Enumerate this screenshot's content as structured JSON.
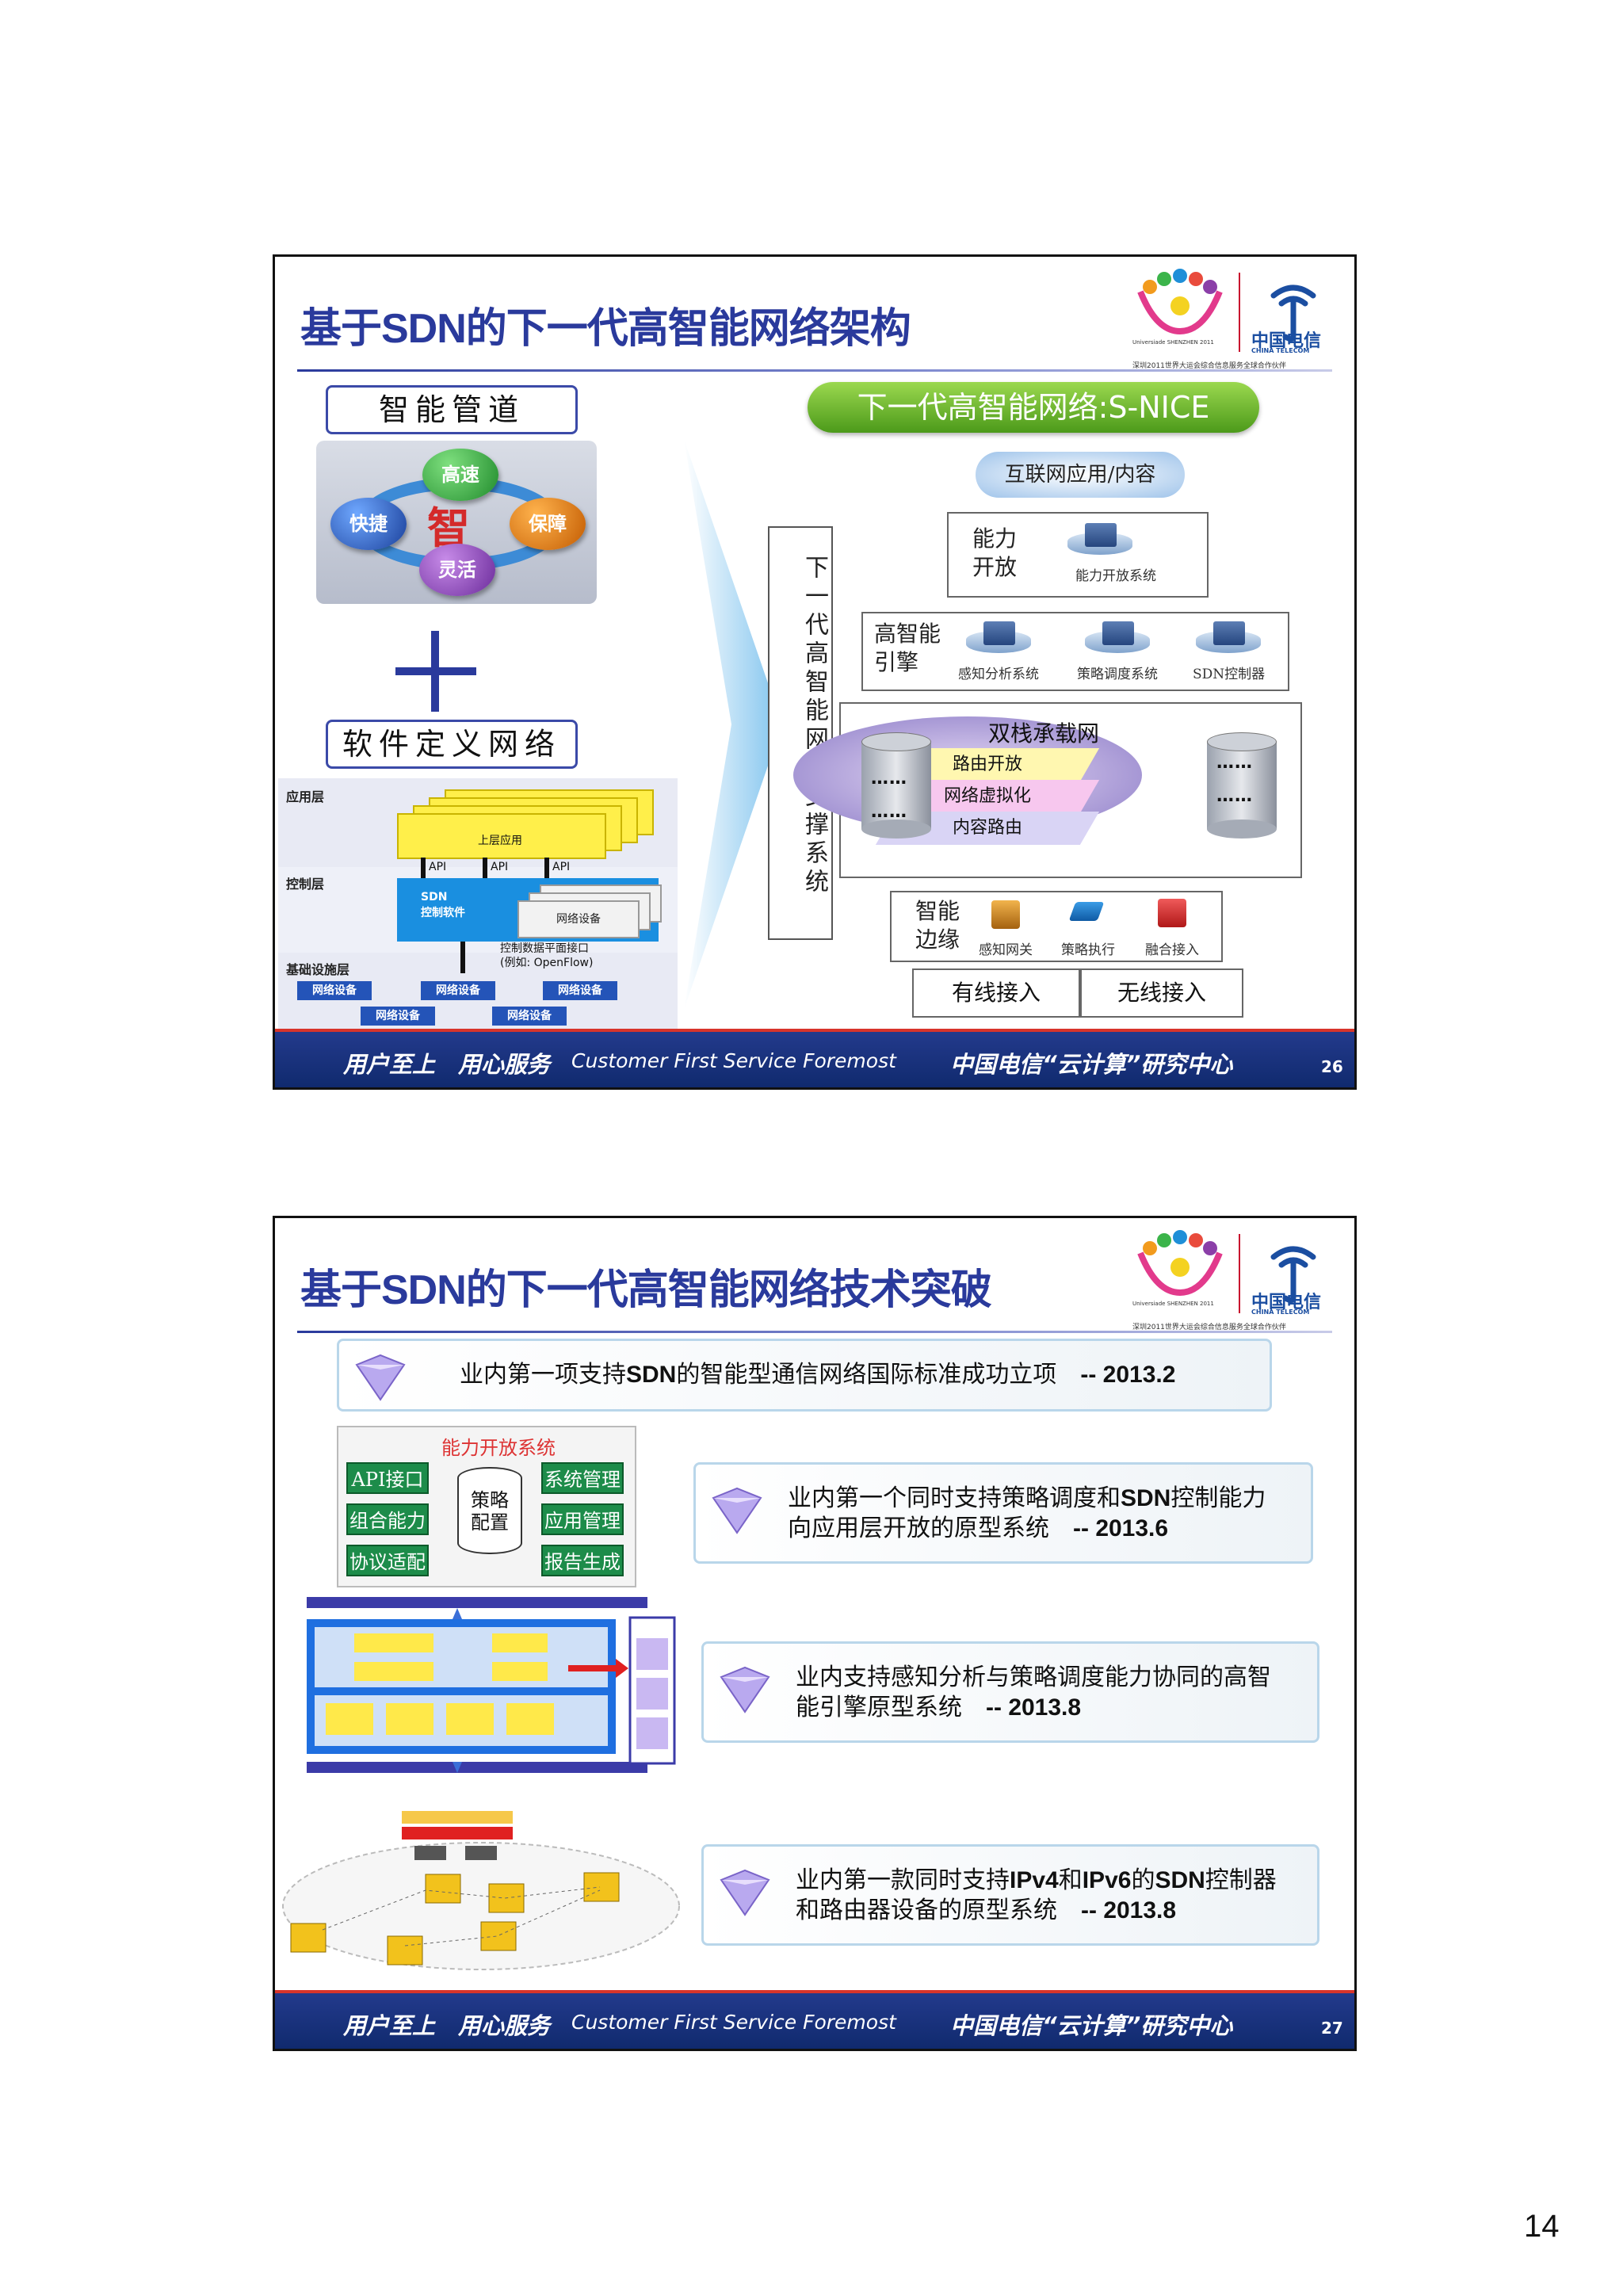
{
  "page_number": "14",
  "footer": {
    "slogan_cn": "用户至上　用心服务",
    "slogan_en": "Customer First Service Foremost",
    "org": "中国电信“云计算”研究中心"
  },
  "logos": {
    "universiade": "Universiade SHENZHEN 2011",
    "telecom_cn": "中国电信",
    "telecom_en": "CHINA TELECOM",
    "caption": "深圳2011世界大运会综合信息服务全球合作伙伴"
  },
  "slide1": {
    "number": "26",
    "title": "基于SDN的下一代高智能网络架构",
    "smart_pipe": "智能管道",
    "spheres": [
      "高速",
      "保障",
      "灵活",
      "快捷"
    ],
    "center_char": "智",
    "sdn": "软件定义网络",
    "stack": {
      "app_layer": "应用层",
      "ctrl_layer": "控制层",
      "infra_layer": "基础设施层",
      "upper_app": "上层应用",
      "api": "API",
      "sdn_ctrl": "SDN\n控制软件",
      "net_dev": "网络设备",
      "southbound": "控制数据平面接口",
      "southbound_eg": "(例如: OpenFlow)"
    },
    "vertical": "下一代高智能网络支撑系统",
    "snice": "下一代高智能网络:S-NICE",
    "internet": "互联网应用/内容",
    "capability": {
      "label": "能力\n开放",
      "system": "能力开放系统"
    },
    "engine": {
      "label": "高智能\n引擎",
      "systems": [
        "感知分析系统",
        "策略调度系统",
        "SDN控制器"
      ]
    },
    "dual_stack": {
      "title": "双栈承载网",
      "layers": [
        "路由开放",
        "网络虚拟化",
        "内容路由"
      ],
      "dots": "……"
    },
    "edge": {
      "label": "智能\n边缘",
      "items": [
        "感知网关",
        "策略执行",
        "融合接入"
      ]
    },
    "access": [
      "有线接入",
      "无线接入"
    ]
  },
  "slide2": {
    "number": "27",
    "title": "基于SDN的下一代高智能网络技术突破",
    "milestones": [
      {
        "text": "业内第一项支持",
        "bold": "SDN",
        "text2": "的智能型通信网络国际标准成功立项",
        "date": "-- 2013.2"
      },
      {
        "line1a": "业内第一个同时支持策略调度和",
        "line1b": "SDN",
        "line1c": "控制能力",
        "line2": "向应用层开放的原型系统",
        "date": "-- 2013.6"
      },
      {
        "line1": "业内支持感知分析与策略调度能力协同的高智",
        "line2": "能引擎原型系统",
        "date": "-- 2013.8"
      },
      {
        "line1a": "业内第一款同时支持",
        "line1b": "IPv4",
        "line1c": "和",
        "line1d": "IPv6",
        "line1e": "的",
        "line1f": "SDN",
        "line1g": "控制器",
        "line2": "和路由器设备的原型系统",
        "date": "-- 2013.8"
      }
    ],
    "cap_system": {
      "title": "能力开放系统",
      "left": [
        "API接口",
        "组合能力",
        "协议适配"
      ],
      "center": "策略\n配置",
      "right": [
        "系统管理",
        "应用管理",
        "报告生成"
      ]
    }
  }
}
